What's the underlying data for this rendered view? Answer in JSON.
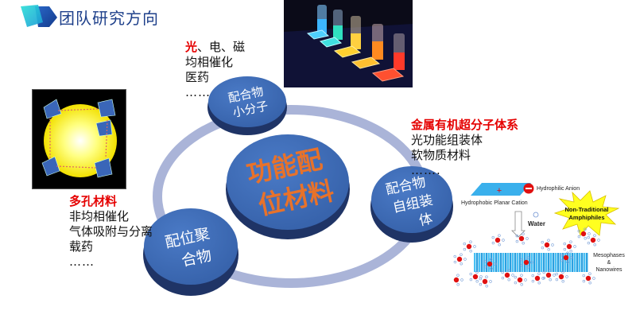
{
  "header": {
    "title": "团队研究方向",
    "logo_icon": "layered-cards-logo-icon"
  },
  "diagram": {
    "center": {
      "line1": "功能配",
      "line2": "位材料"
    },
    "nodes": [
      {
        "id": "small-molecule",
        "line1": "配合物",
        "line2": "小分子",
        "line3": ""
      },
      {
        "id": "self-assembly",
        "line1": "配合物",
        "line2": "自组装",
        "line3": "体"
      },
      {
        "id": "polymer",
        "line1": "配位聚",
        "line2": "合物",
        "line3": ""
      }
    ],
    "colors": {
      "disk": "#3f6cb8",
      "disk_edge": "#1f3466",
      "ring": "#a8b3d6",
      "center_text": "#e8722a"
    }
  },
  "text_blocks": {
    "top": {
      "highlight": "光",
      "rest_first_line": "、电、磁",
      "lines": [
        "均相催化",
        "医药"
      ],
      "ellipsis": "……"
    },
    "right": {
      "heading": "金属有机超分子体系",
      "lines": [
        "光功能组装体",
        "软物质材料"
      ],
      "ellipsis": "……."
    },
    "left": {
      "heading": "多孔材料",
      "lines": [
        "非均相催化",
        "气体吸附与分离",
        "载药"
      ],
      "ellipsis": "……"
    },
    "highlight_color": "#e50000"
  },
  "images": {
    "vials_photo": "luminescent-vials-photo",
    "mof_photo": "porous-framework-structure-image"
  },
  "amphiphile_schematic": {
    "cation_label": "Hydrophobic Planar Cation",
    "anion_label": "Hydrophilic Anion",
    "plus_sign": "+",
    "minus_sign": "–",
    "water_label": "Water",
    "starburst_line1": "Non-Traditional",
    "starburst_line2": "Amphiphiles",
    "result_line1": "Mesophases",
    "result_line2": "&",
    "result_line3": "Nanowires"
  }
}
